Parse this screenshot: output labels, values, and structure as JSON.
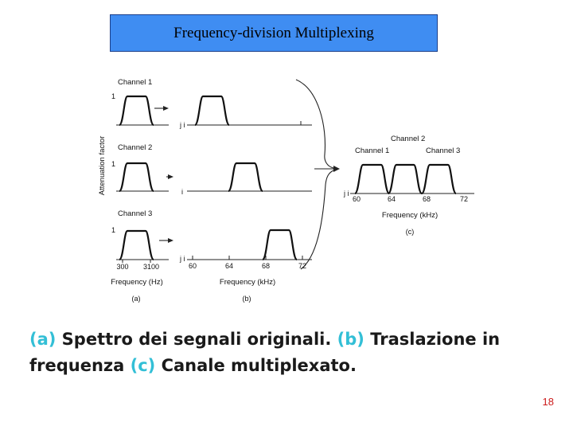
{
  "slide": {
    "title": "Frequency-division Multiplexing",
    "page_number": "18"
  },
  "figure": {
    "y_axis_label": "Attenuation factor",
    "channels": [
      "Channel 1",
      "Channel 2",
      "Channel 3"
    ],
    "unit_level": "1",
    "panel_a": {
      "ticks": [
        "300",
        "3100"
      ],
      "xlabel": "Frequency (Hz)",
      "caption": "(a)"
    },
    "panel_b": {
      "ticks": [
        "60",
        "64",
        "68",
        "72"
      ],
      "xlabel": "Frequency (kHz)",
      "caption": "(b)"
    },
    "panel_c": {
      "ticks": [
        "60",
        "64",
        "68",
        "72"
      ],
      "xlabel": "Frequency (kHz)",
      "caption": "(c)"
    }
  },
  "caption": {
    "a_tag": "(a)",
    "a_text": " Spettro dei segnali originali. ",
    "b_tag": "(b)",
    "b_text": " Traslazione in frequenza ",
    "c_tag": "(c)",
    "c_text": " Canale multiplexato."
  },
  "colors": {
    "title_bg": "#3f8df2",
    "caption_highlight": "#33bfd6",
    "page_number": "#cc1b1b"
  }
}
